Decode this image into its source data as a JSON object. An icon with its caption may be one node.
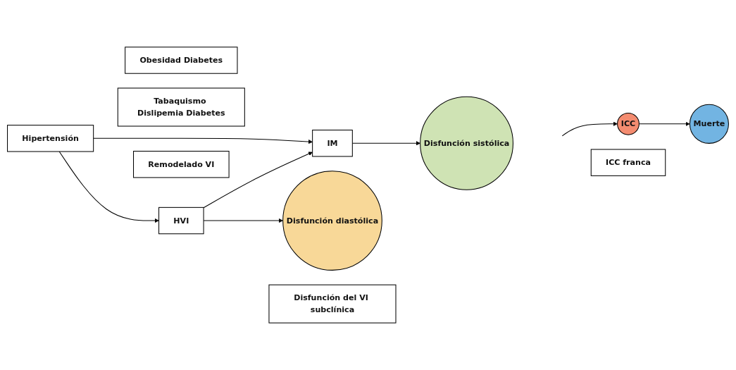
{
  "diagram": {
    "nodes": [
      {
        "text": [
          "Obesidad Diabetes"
        ]
      },
      {
        "text": [
          "Hipertensión"
        ]
      },
      {
        "text": [
          "Tabaquismo Dislipemia Diabetes"
        ]
      },
      {
        "text": [
          "HVI"
        ]
      },
      {
        "text": [
          "IM"
        ]
      },
      {
        "text": [
          "Disfunción diastólica"
        ]
      },
      {
        "text": [
          "Disfunción sistólica"
        ]
      },
      {
        "text": [
          "ICC"
        ]
      },
      {
        "text": [
          "Muerte"
        ]
      },
      {
        "text": [
          "Remodelado VI"
        ]
      },
      {
        "text": [
          "Disfunción del VI subclínica"
        ]
      },
      {
        "text": [
          "ICC franca"
        ]
      }
    ],
    "edges": [
      {
        "from": 1,
        "to": 3,
        "arrow": "to"
      },
      {
        "from": 1,
        "to": 4,
        "arrow": "to"
      },
      {
        "from": 3,
        "to": 4,
        "arrow": "to"
      },
      {
        "from": 3,
        "to": 5,
        "arrow": "to"
      },
      {
        "from": 4,
        "to": 6,
        "arrow": "to"
      },
      {
        "from": null,
        "to": 7,
        "arrow": "to"
      },
      {
        "from": 7,
        "to": 8,
        "arrow": "to"
      }
    ]
  }
}
